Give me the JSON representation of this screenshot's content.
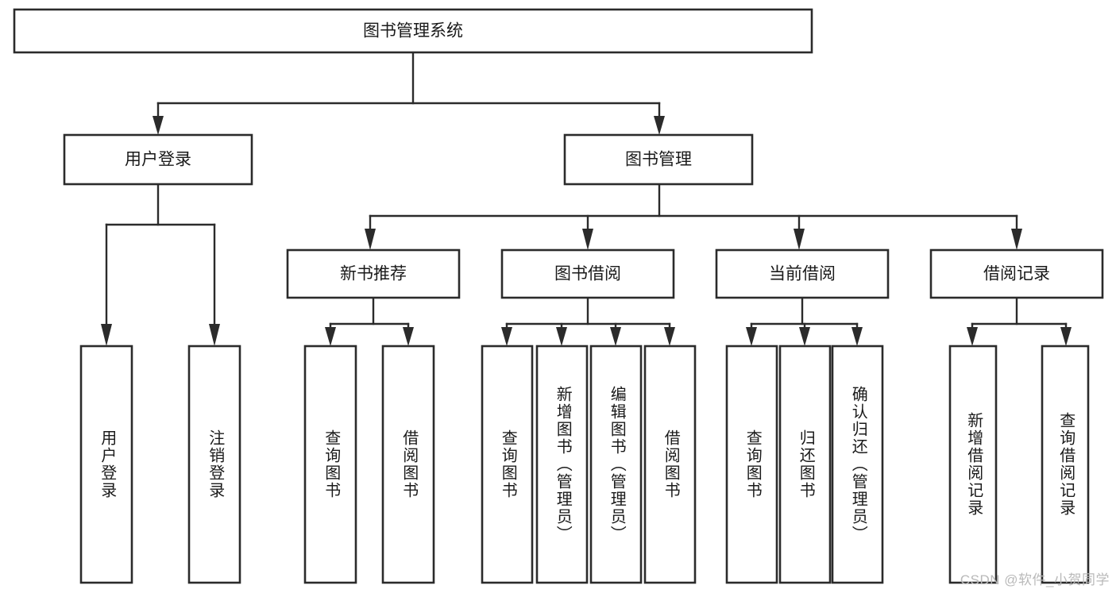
{
  "diagram": {
    "title": "图书管理系统",
    "type": "hierarchy-tree",
    "watermark": "CSDN @软件_小贺同学",
    "colors": {
      "background": "#ffffff",
      "box_fill": "#ffffff",
      "box_stroke": "#2b2b2b",
      "text": "#1a1a1a",
      "watermark": "#b9b9b9"
    },
    "levels": {
      "root": {
        "label": "图书管理系统",
        "orientation": "horizontal"
      },
      "level2": [
        {
          "label": "用户登录",
          "orientation": "horizontal"
        },
        {
          "label": "图书管理",
          "orientation": "horizontal"
        }
      ],
      "level3": [
        {
          "label": "新书推荐",
          "orientation": "horizontal"
        },
        {
          "label": "图书借阅",
          "orientation": "horizontal"
        },
        {
          "label": "当前借阅",
          "orientation": "horizontal"
        },
        {
          "label": "借阅记录",
          "orientation": "horizontal"
        }
      ],
      "leaves": {
        "user_login": [
          {
            "label": "用户登录",
            "orientation": "vertical"
          },
          {
            "label": "注销登录",
            "orientation": "vertical"
          }
        ],
        "new_book_recommend": [
          {
            "label": "查询图书",
            "orientation": "vertical"
          },
          {
            "label": "借阅图书",
            "orientation": "vertical"
          }
        ],
        "book_borrow": [
          {
            "label": "查询图书",
            "orientation": "vertical"
          },
          {
            "label": "新增图书（管理员）",
            "orientation": "vertical"
          },
          {
            "label": "编辑图书（管理员）",
            "orientation": "vertical"
          },
          {
            "label": "借阅图书",
            "orientation": "vertical"
          }
        ],
        "current_borrow": [
          {
            "label": "查询图书",
            "orientation": "vertical"
          },
          {
            "label": "归还图书",
            "orientation": "vertical"
          },
          {
            "label": "确认归还（管理员）",
            "orientation": "vertical"
          }
        ],
        "borrow_record": [
          {
            "label": "新增借阅记录",
            "orientation": "vertical"
          },
          {
            "label": "查询借阅记录",
            "orientation": "vertical"
          }
        ]
      }
    }
  }
}
